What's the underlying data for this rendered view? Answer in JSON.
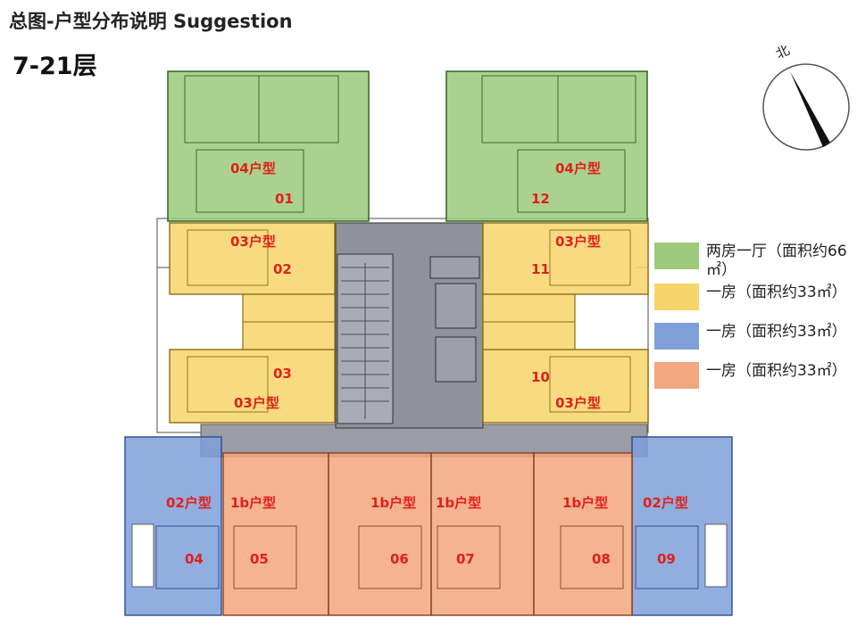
{
  "header": {
    "title": "总图-户型分布说明 Suggestion",
    "floor_label": "7-21层"
  },
  "compass": {
    "label": "北"
  },
  "colors": {
    "two_bed": "#9cc97c",
    "one_bed_yellow": "#f7d56b",
    "one_bed_blue": "#7f9fd9",
    "one_bed_orange": "#f2a77e",
    "core": "#8c8f98",
    "label_red": "#e0201b"
  },
  "units": [
    {
      "number": "01",
      "type": "04户型",
      "color": "two_bed"
    },
    {
      "number": "12",
      "type": "04户型",
      "color": "two_bed"
    },
    {
      "number": "02",
      "type": "03户型",
      "color": "one_bed_yellow"
    },
    {
      "number": "11",
      "type": "03户型",
      "color": "one_bed_yellow"
    },
    {
      "number": "03",
      "type": "03户型",
      "color": "one_bed_yellow"
    },
    {
      "number": "10",
      "type": "03户型",
      "color": "one_bed_yellow"
    },
    {
      "number": "04",
      "type": "02户型",
      "color": "one_bed_blue"
    },
    {
      "number": "09",
      "type": "02户型",
      "color": "one_bed_blue"
    },
    {
      "number": "05",
      "type": "1b户型",
      "color": "one_bed_orange"
    },
    {
      "number": "06",
      "type": "1b户型",
      "color": "one_bed_orange"
    },
    {
      "number": "07",
      "type": "1b户型",
      "color": "one_bed_orange"
    },
    {
      "number": "08",
      "type": "1b户型",
      "color": "one_bed_orange"
    }
  ],
  "legend": [
    {
      "label": "两房一厅（面积约66㎡）",
      "color": "two_bed"
    },
    {
      "label": "一房（面积约33㎡）",
      "color": "one_bed_yellow"
    },
    {
      "label": "一房（面积约33㎡）",
      "color": "one_bed_blue"
    },
    {
      "label": "一房（面积约33㎡）",
      "color": "one_bed_orange"
    }
  ]
}
